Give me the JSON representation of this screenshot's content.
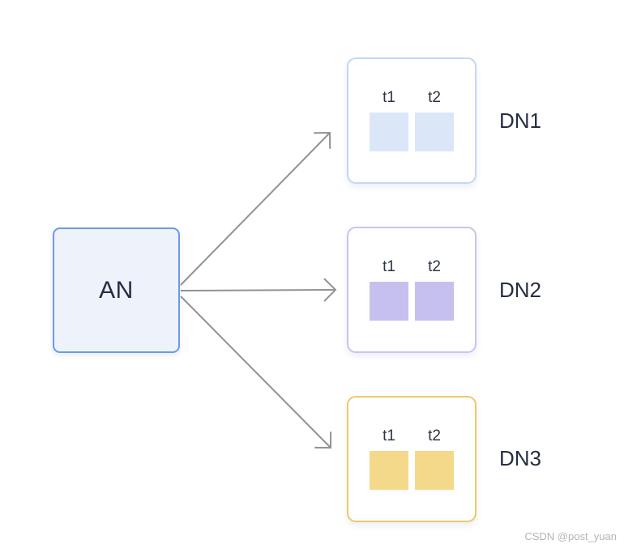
{
  "diagram": {
    "source": {
      "label": "AN"
    },
    "targets": [
      {
        "label": "DN1",
        "tables": [
          "t1",
          "t2"
        ]
      },
      {
        "label": "DN2",
        "tables": [
          "t1",
          "t2"
        ]
      },
      {
        "label": "DN3",
        "tables": [
          "t1",
          "t2"
        ]
      }
    ]
  },
  "colors": {
    "an_fill": "#edf2fb",
    "an_border": "#6b9ae8",
    "dn1_border": "#c3d7f5",
    "dn1_square": "#dbe6f8",
    "dn2_border": "#c9c4ef",
    "dn2_square": "#c5c0ed",
    "dn3_border": "#f0c86a",
    "dn3_square": "#f5d98b",
    "arrow": "#8f9297",
    "text_dark": "#252d42"
  },
  "watermark": "CSDN @post_yuan"
}
